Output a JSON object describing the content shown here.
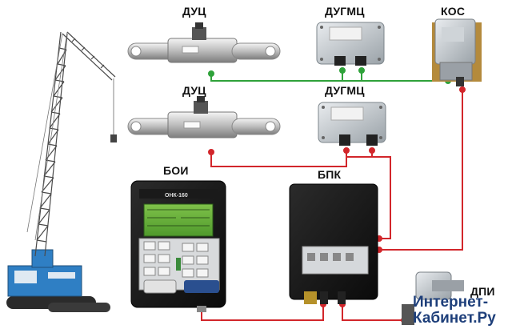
{
  "labels": {
    "duc_top": "ДУЦ",
    "dugmc_top": "ДУГМЦ",
    "kos": "КОС",
    "duc_bottom": "ДУЦ",
    "dugmc_bottom": "ДУГМЦ",
    "boi": "БОИ",
    "bpk": "БПК",
    "dpi_partial": "ДПИ"
  },
  "device": {
    "model": "ОНК-160"
  },
  "watermark": {
    "line1": "Интернет-",
    "line2": "Кабинет.Ру"
  },
  "colors": {
    "green_wire": "#2fa23a",
    "red_wire": "#d2262b"
  }
}
